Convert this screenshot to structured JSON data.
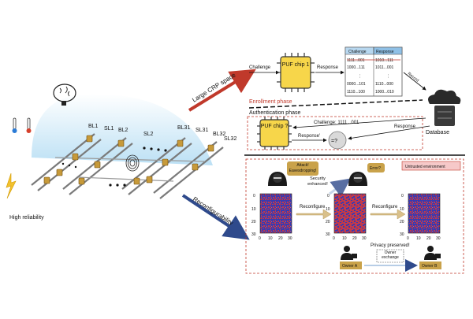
{
  "left": {
    "high_reliability": "High reliability",
    "bitlines": [
      "BL1",
      "BL2",
      "BL31",
      "BL32"
    ],
    "sourcelines": [
      "SL1",
      "SL2",
      "SL31",
      "SL32"
    ]
  },
  "arrows": {
    "large_crp": "Large CRP space",
    "reconfigurability": "Reconfigurability"
  },
  "enrollment": {
    "phase_label": "Enrollment phase",
    "challenge": "Challenge",
    "chip": "PUF chip 1",
    "response": "Response",
    "record": "Record",
    "table_headers": [
      "Challenge",
      "Response"
    ],
    "rows": [
      [
        "1111...001",
        "1010...111"
      ],
      [
        "1000...111",
        "1011...001"
      ],
      [
        "0000...101",
        "1110...000"
      ],
      [
        "1110...100",
        "1000...010"
      ]
    ]
  },
  "database": {
    "label": "Database"
  },
  "authentication": {
    "phase_label": "Authentication phase",
    "challenge": "Challenge: 1111...001",
    "chip": "PUF chip ?",
    "response_prime": "Response'",
    "response": "Response",
    "compare": "=?"
  },
  "untrusted": {
    "label": "Untrusted environment",
    "attack": "Attack! Eavesdropping!",
    "error": "Error?",
    "security": "Security enhanced!",
    "reconfigure": "Reconfigure",
    "privacy": "Privacy preserved!",
    "owner_exchange": "Owner exchange",
    "owner_a": "Owner A",
    "owner_b": "Owner B",
    "axis_ticks": [
      "0",
      "10",
      "20",
      "30"
    ]
  },
  "colors": {
    "red_arrow": "#c0392b",
    "blue_arrow": "#2f4a8c",
    "tan_arrow": "#d9c08a",
    "map_red": "#c23a4a",
    "map_blue": "#3a3ab0",
    "dashed_box": "#c0392b"
  }
}
